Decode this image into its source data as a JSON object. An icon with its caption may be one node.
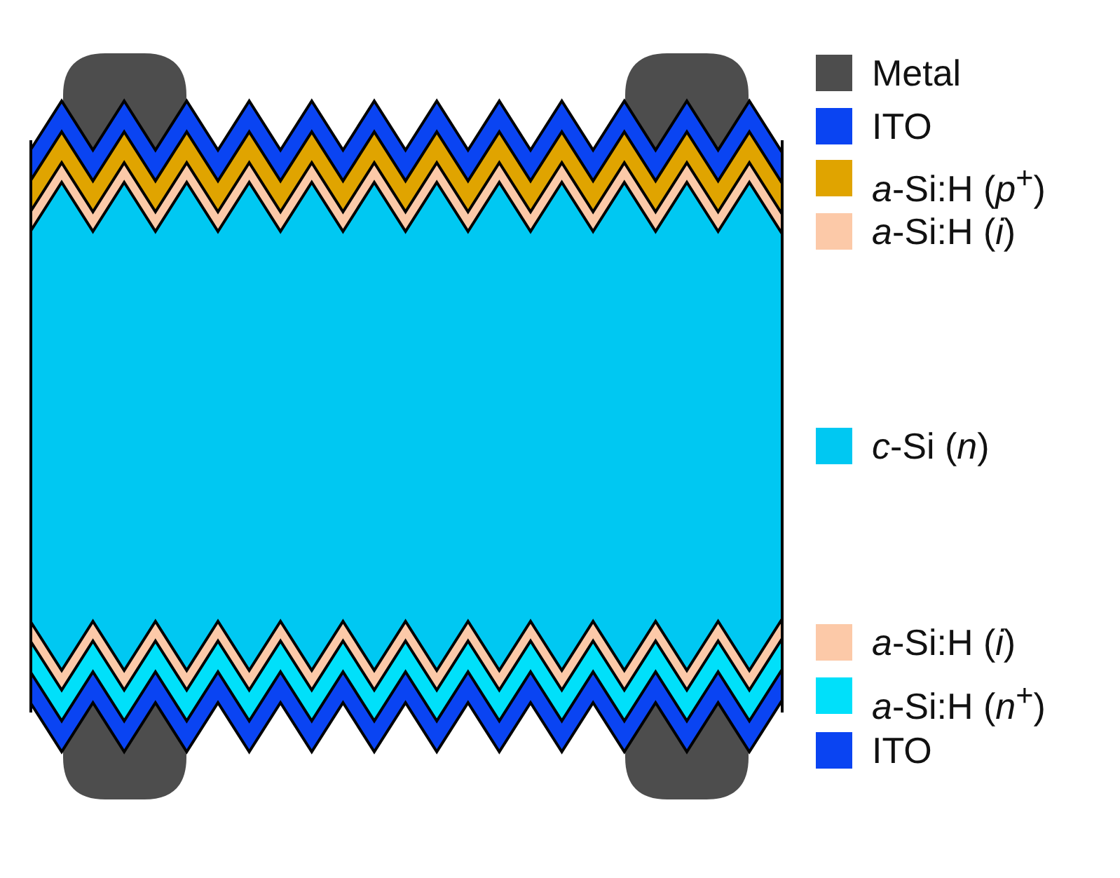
{
  "diagram": {
    "legend": [
      {
        "text": "Metal",
        "color": "#4d4d4d"
      },
      {
        "text": "ITO",
        "color": "#0a44f2"
      },
      {
        "text": "*a*-Si:H (*p*$^{+}$)",
        "color": "#e0a400"
      },
      {
        "text": "*a*-Si:H (*i*)",
        "color": "#fcc9a8"
      },
      {
        "text": "*c*-Si (*n*)",
        "color": "#00c8f2"
      },
      {
        "text": "*a*-Si:H (*i*)",
        "color": "#fcc9a8"
      },
      {
        "text": "*a*-Si:H (*n*$^{+}$)",
        "color": "#00e0fa"
      },
      {
        "text": "ITO",
        "color": "#0a44f2"
      }
    ]
  }
}
